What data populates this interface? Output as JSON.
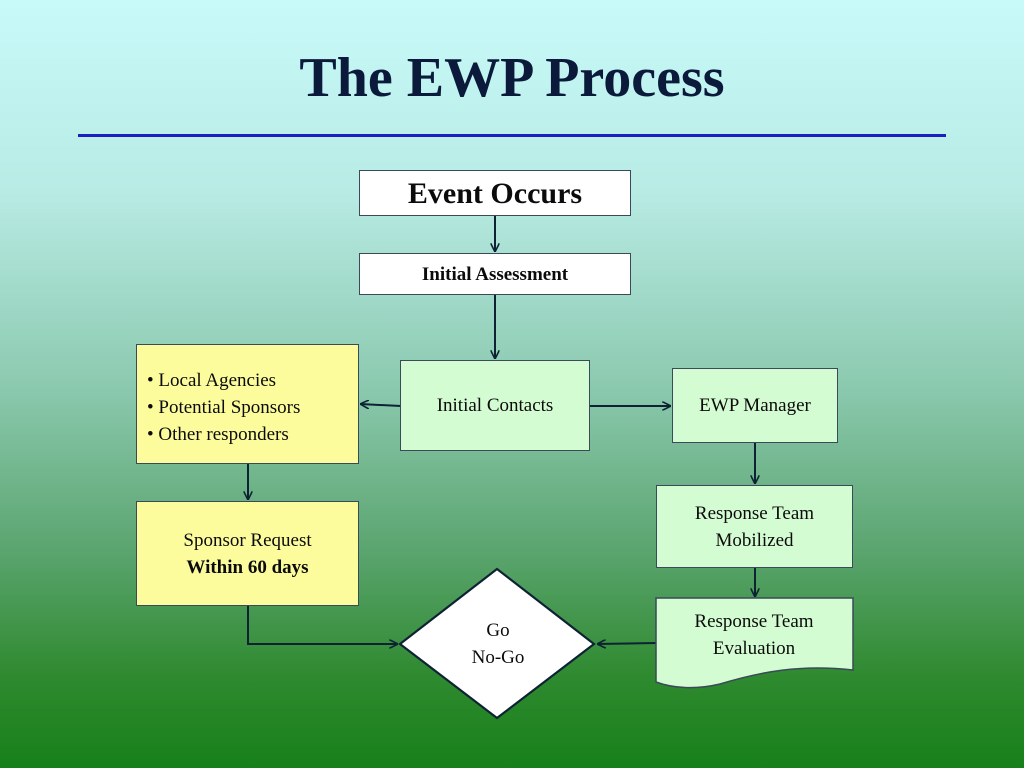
{
  "title": "The EWP Process",
  "nodes": {
    "event_occurs": "Event Occurs",
    "initial_assessment": "Initial Assessment",
    "initial_contacts": "Initial Contacts",
    "ewp_manager": "EWP Manager",
    "contacts_list": [
      "• Local Agencies",
      "• Potential Sponsors",
      "• Other responders"
    ],
    "sponsor_request": {
      "line1": "Sponsor Request",
      "line2": "Within 60 days"
    },
    "response_team_mobilized": {
      "line1": "Response Team",
      "line2": "Mobilized"
    },
    "response_team_evaluation": {
      "line1": "Response Team",
      "line2": "Evaluation"
    },
    "go_no_go": {
      "line1": "Go",
      "line2": "No-Go"
    }
  },
  "colors": {
    "title": "#0b1a3a",
    "rule": "#1a1fc4",
    "box_white": "#ffffff",
    "box_green": "#d4fcd2",
    "box_yellow": "#fdfc9c",
    "connector": "#0e2233"
  }
}
